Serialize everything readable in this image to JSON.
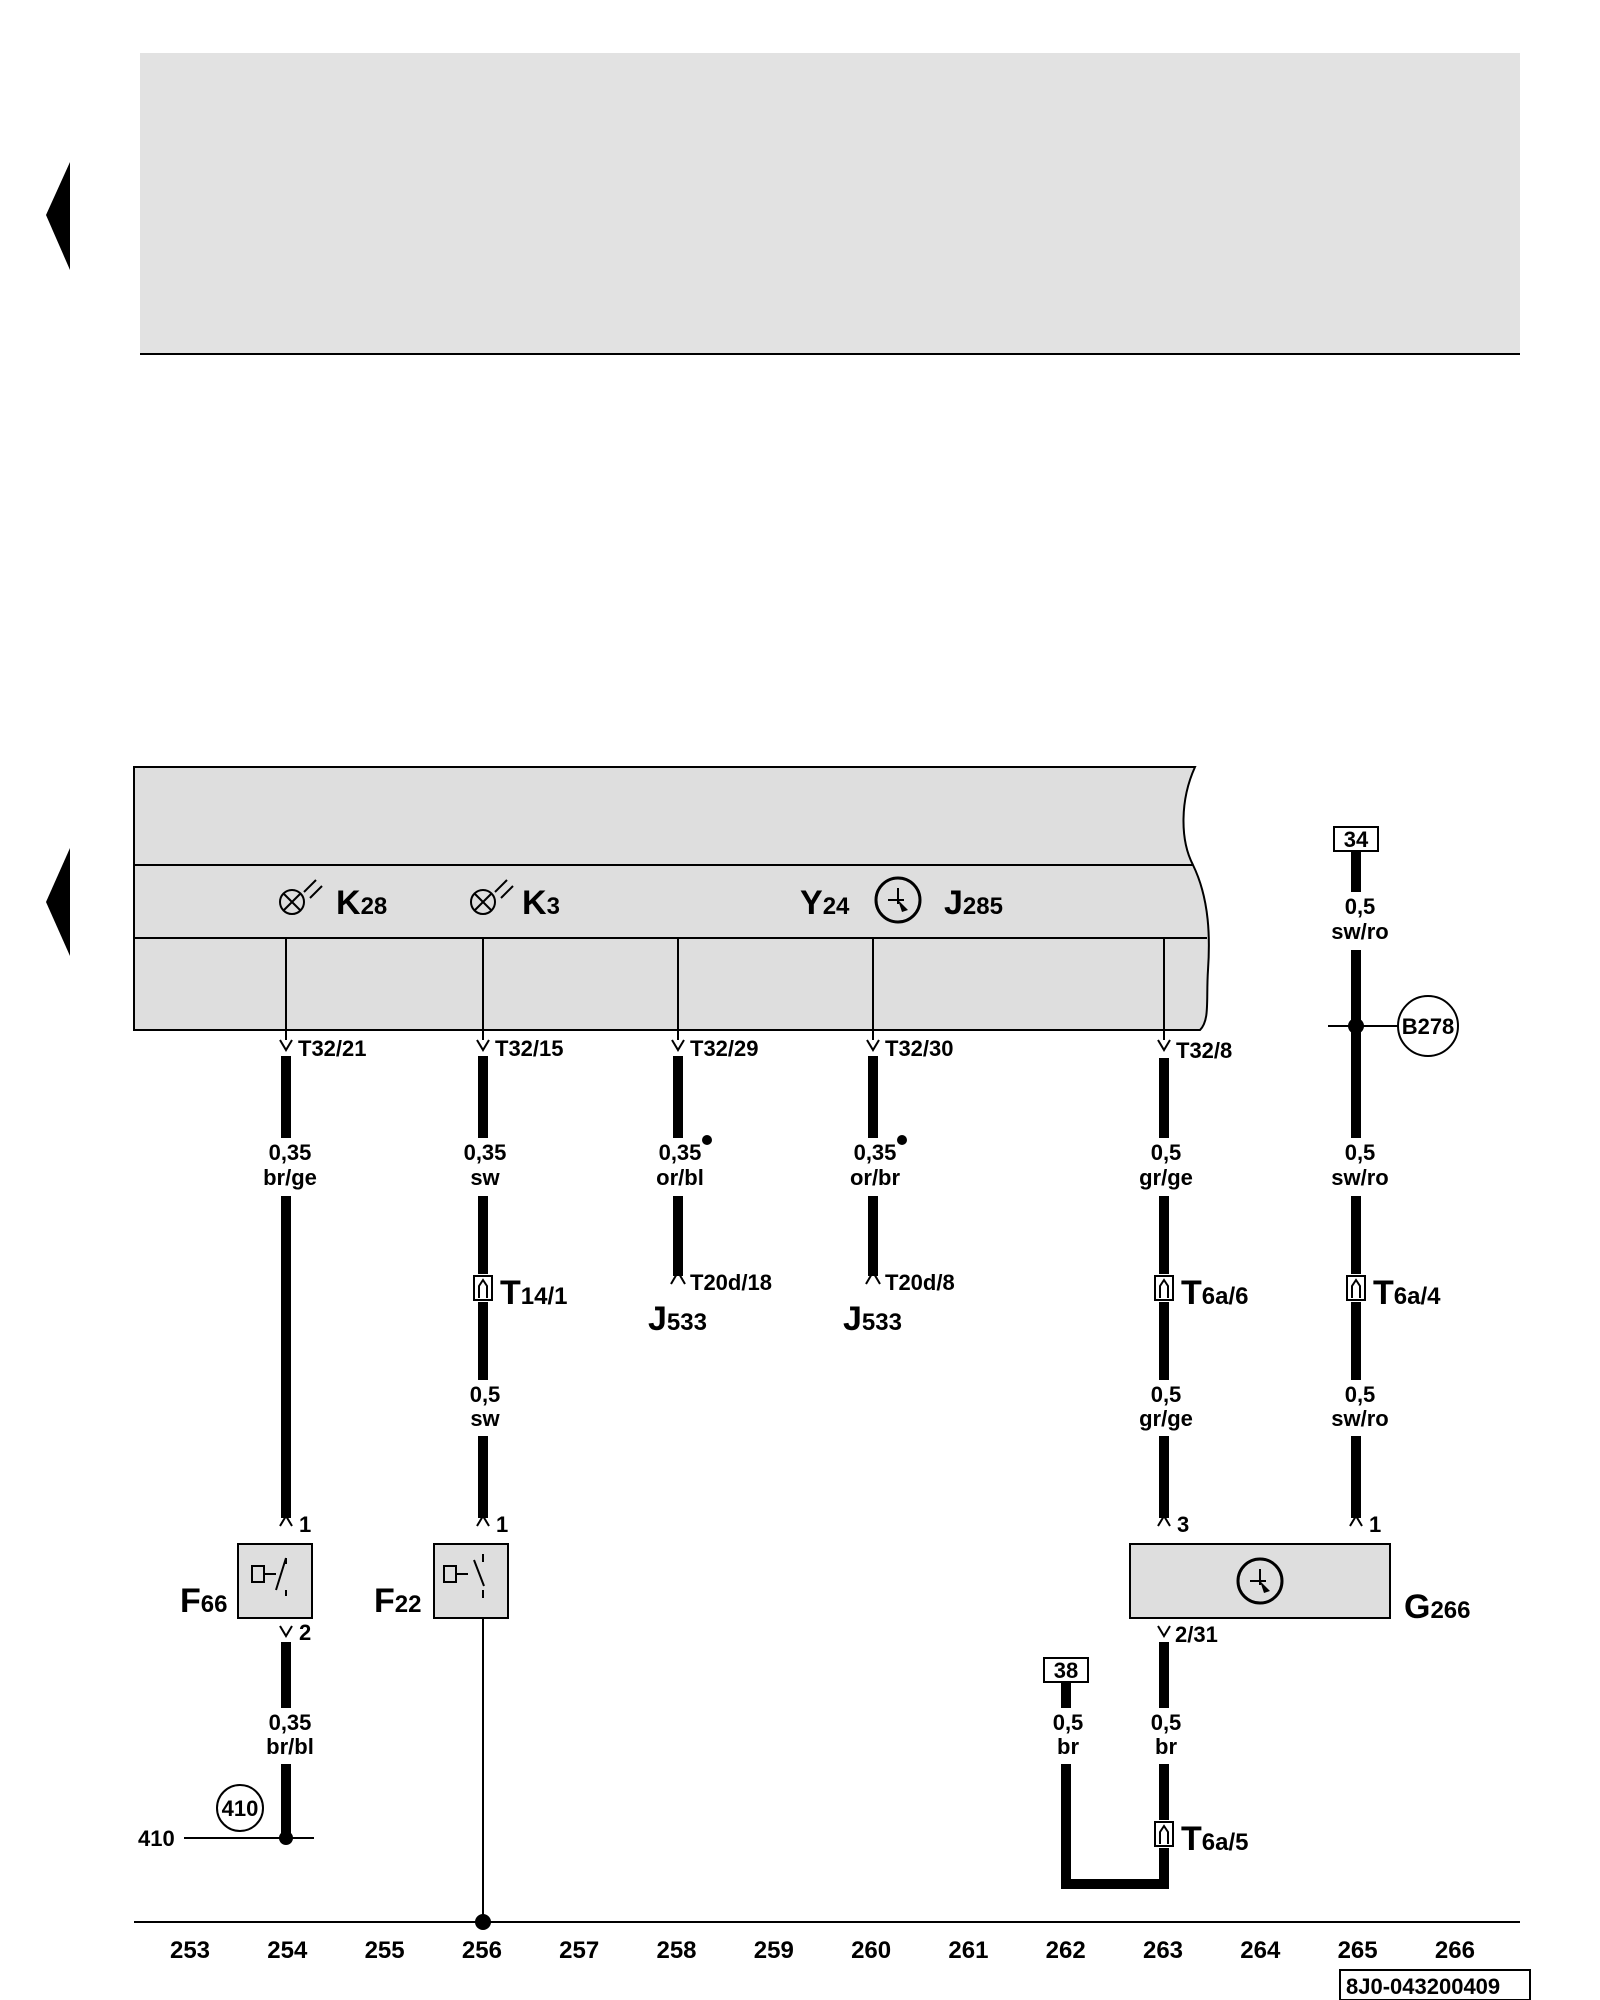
{
  "document_id": "8J0-043200409",
  "column_numbers": [
    "253",
    "254",
    "255",
    "256",
    "257",
    "258",
    "259",
    "260",
    "261",
    "262",
    "263",
    "264",
    "265",
    "266"
  ],
  "components": {
    "k28": {
      "letter": "K",
      "sub": "28"
    },
    "k3": {
      "letter": "K",
      "sub": "3"
    },
    "y24": {
      "letter": "Y",
      "sub": "24"
    },
    "j285": {
      "letter": "J",
      "sub": "285"
    },
    "f66": {
      "letter": "F",
      "sub": "66"
    },
    "f22": {
      "letter": "F",
      "sub": "22"
    },
    "g266": {
      "letter": "G",
      "sub": "266"
    },
    "j533_a": {
      "letter": "J",
      "sub": "533"
    },
    "j533_b": {
      "letter": "J",
      "sub": "533"
    }
  },
  "connectors": {
    "t32_21": "T32/21",
    "t32_15": "T32/15",
    "t32_29": "T32/29",
    "t32_30": "T32/30",
    "t32_8": "T32/8",
    "t20d_18": "T20d/18",
    "t20d_8": "T20d/8",
    "t14_1": {
      "main": "T",
      "sub": "14/1"
    },
    "t6a_6": {
      "main": "T",
      "sub": "6a/6"
    },
    "t6a_4": {
      "main": "T",
      "sub": "6a/4"
    },
    "t6a_5": {
      "main": "T",
      "sub": "6a/5"
    }
  },
  "pins": {
    "f66_pin1": "1",
    "f66_pin2": "2",
    "f22_pin1": "1",
    "g266_pin3": "3",
    "g266_pin1": "1",
    "g266_pin231": "2/31"
  },
  "wires": {
    "w254_top": {
      "size": "0,35",
      "color": "br/ge"
    },
    "w254_bot": {
      "size": "0,35",
      "color": "br/bl"
    },
    "w256_top": {
      "size": "0,35",
      "color": "sw"
    },
    "w256_mid": {
      "size": "0,5",
      "color": "sw"
    },
    "w258": {
      "size": "0,35",
      "color": "or/bl"
    },
    "w260": {
      "size": "0,35",
      "color": "or/br"
    },
    "w263_top": {
      "size": "0,5",
      "color": "gr/ge"
    },
    "w263_mid": {
      "size": "0,5",
      "color": "gr/ge"
    },
    "w263_bot": {
      "size": "0,5",
      "color": "br"
    },
    "w262": {
      "size": "0,5",
      "color": "br"
    },
    "w265_top": {
      "size": "0,5",
      "color": "sw/ro"
    },
    "w265_mid": {
      "size": "0,5",
      "color": "sw/ro"
    },
    "w265_bot": {
      "size": "0,5",
      "color": "sw/ro"
    }
  },
  "refs": {
    "box34": "34",
    "box38": "38",
    "b278": "B278",
    "circle410": "410",
    "label410": "410"
  },
  "icons": [
    "nav-left-arrow-icon",
    "warning-lamp-icon",
    "gauge-icon",
    "switch-icon",
    "ground-point-icon"
  ]
}
